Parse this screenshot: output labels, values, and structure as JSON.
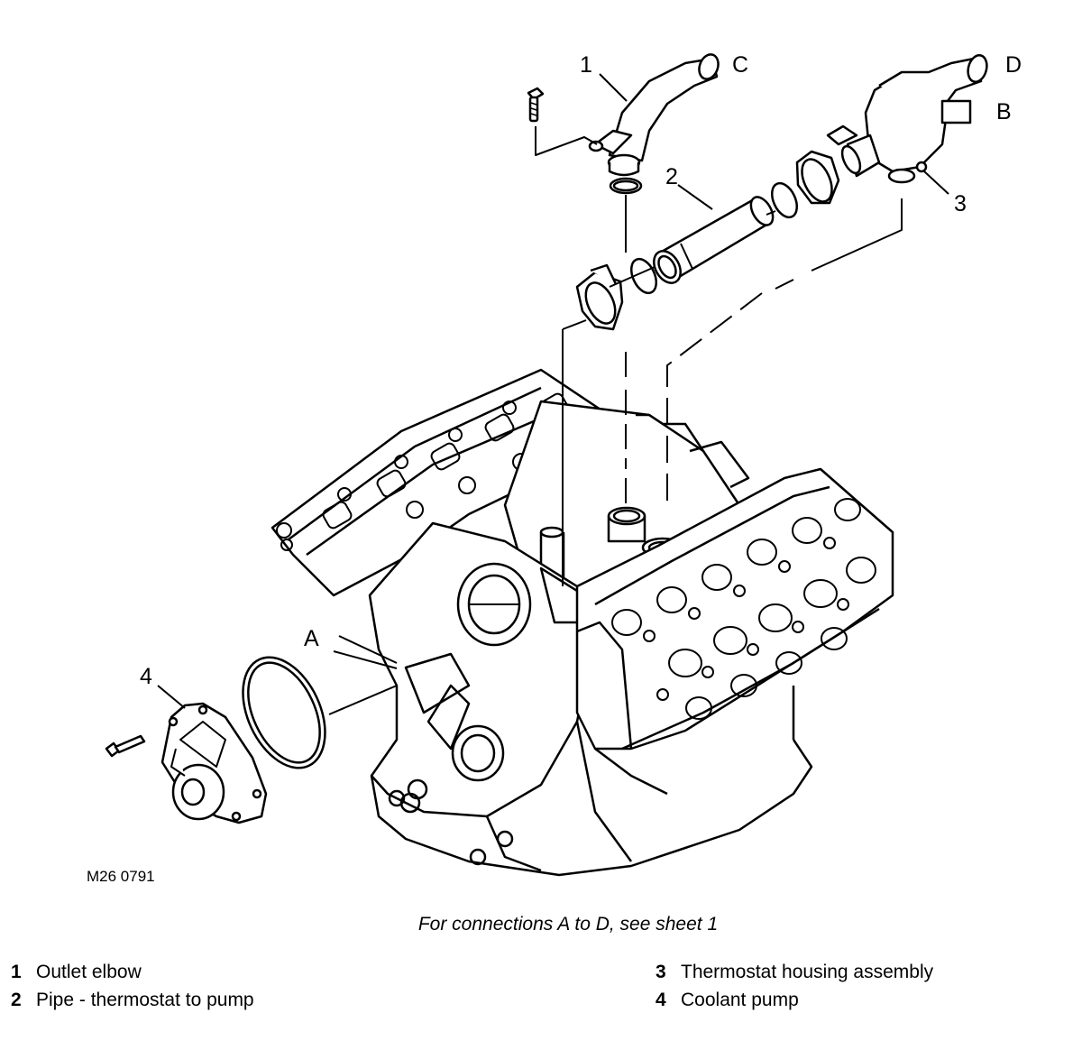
{
  "callouts": {
    "part_1": "1",
    "part_2": "2",
    "part_3": "3",
    "part_4": "4",
    "conn_a": "A",
    "conn_b": "B",
    "conn_c": "C",
    "conn_d": "D"
  },
  "figure_code": "M26 0791",
  "caption": "For connections A to D, see sheet 1",
  "legend": [
    {
      "num": "1",
      "label": "Outlet elbow"
    },
    {
      "num": "2",
      "label": "Pipe - thermostat to pump"
    },
    {
      "num": "3",
      "label": "Thermostat housing assembly"
    },
    {
      "num": "4",
      "label": "Coolant pump"
    }
  ]
}
